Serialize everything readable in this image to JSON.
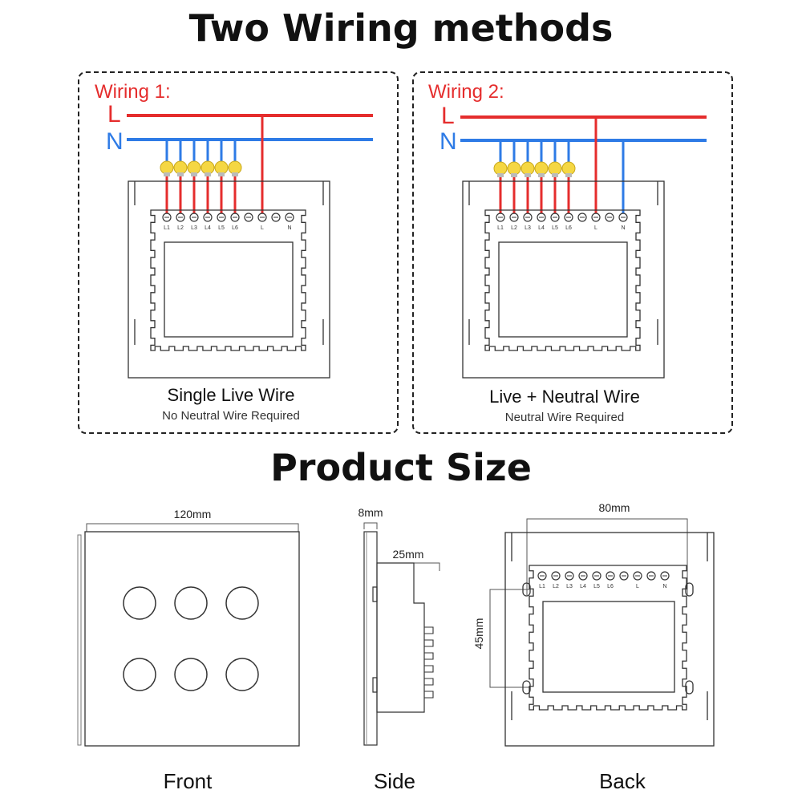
{
  "title": "Two Wiring methods",
  "size_title": "Product Size",
  "wiring1": {
    "label": "Wiring 1:",
    "line_L": "L",
    "line_N": "N",
    "terminals": [
      "L1",
      "L2",
      "L3",
      "L4",
      "L5",
      "L6",
      "L",
      "N"
    ],
    "caption": "Single Live Wire",
    "subcaption": "No Neutral Wire Required"
  },
  "wiring2": {
    "label": "Wiring 2:",
    "line_L": "L",
    "line_N": "N",
    "terminals": [
      "L1",
      "L2",
      "L3",
      "L4",
      "L5",
      "L6",
      "L",
      "N"
    ],
    "caption": "Live + Neutral Wire",
    "subcaption": "Neutral Wire Required"
  },
  "dimensions": {
    "front_width": "120mm",
    "side_depth": "8mm",
    "side_body": "25mm",
    "back_width": "80mm",
    "back_height": "45mm"
  },
  "views": {
    "front": "Front",
    "side": "Side",
    "back": "Back"
  },
  "colors": {
    "live": "#e52d2d",
    "neutral": "#2e7be6",
    "bulb": "#f5d743",
    "outline": "#333333"
  },
  "icons": [
    "bulb-icon",
    "screw-terminal-icon",
    "switch-button-icon"
  ]
}
